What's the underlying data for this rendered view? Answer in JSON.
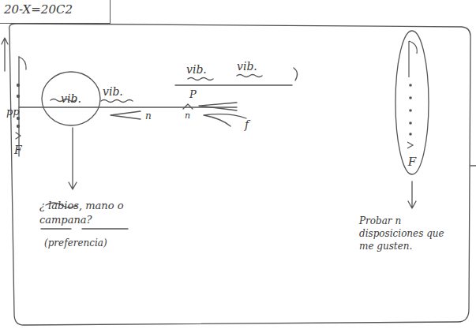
{
  "diagram": {
    "nodes": [
      {
        "text": [
          "20-X=20C2"
        ]
      },
      {
        "text": [
          "vib."
        ]
      },
      {
        "text": [
          "F"
        ]
      }
    ],
    "labels": [
      "pp",
      "F",
      "vib.",
      "vib.",
      "vib.",
      "n",
      "P",
      "f",
      "n",
      "¿ labios, mano o campana?",
      "(preferencia)",
      "Probar n disposiciones que me gusten."
    ]
  }
}
